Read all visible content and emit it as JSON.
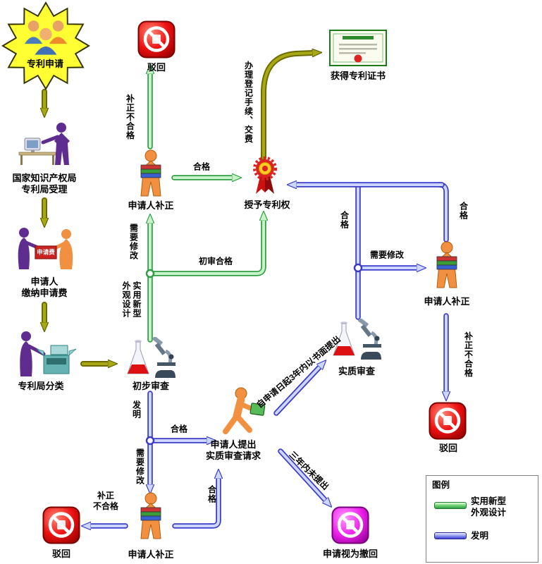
{
  "nodes": {
    "start": {
      "label": "专利申请"
    },
    "office": {
      "label": "国家知识产权局\n专利局受理"
    },
    "fee": {
      "label": "申请人\n缴纳申请费",
      "box_label": "申请费"
    },
    "classify": {
      "label": "专利局分类"
    },
    "preliminary": {
      "label": "初步审查"
    },
    "correction_top": {
      "label": "申请人补正"
    },
    "grant": {
      "label": "授予专利权"
    },
    "certificate": {
      "label": "获得专利证书"
    },
    "reject_top": {
      "label": "驳回"
    },
    "substantive": {
      "label": "实质审查"
    },
    "correction_right": {
      "label": "申请人补正"
    },
    "reject_right": {
      "label": "驳回"
    },
    "request": {
      "label": "申请人提出\n实质审查请求"
    },
    "withdrawn": {
      "label": "申请视为撤回"
    },
    "correction_bottom": {
      "label": "申请人补正"
    },
    "reject_bottom": {
      "label": "驳回"
    }
  },
  "edges": {
    "correction_fail_top": "补正不合格",
    "qualified_top": "合格",
    "register_pay": "办理登记手续、交费",
    "need_modify_prelim": "需要修改",
    "prelim_qualified": "初审合格",
    "utility_design": "实用新型\n外观设计",
    "qualified_substantive": "合格",
    "need_modify_substantive": "需要修改",
    "qualified_right": "合格",
    "correction_fail_right": "补正不合格",
    "invention": "发明",
    "qualified_invention": "合格",
    "need_modify_invention": "需要修改",
    "correction_fail_bottom": "补正\n不合格",
    "qualified_bottom": "合格",
    "request_within_3y": "自申请日起3年内以书面提出",
    "not_within_3y": "三年内未提出"
  },
  "legend": {
    "title": "图例",
    "utility_design": "实用新型\n外观设计",
    "invention": "发明"
  },
  "colors": {
    "main_flow_olive": "#6b6b00",
    "utility_design_flow_green": "#2f9e44",
    "invention_flow_blue": "#3b3bcc",
    "reject_red": "#ee1111",
    "withdrawn_magenta": "#ee22ee",
    "start_burst_yellow": "#ffff33"
  }
}
